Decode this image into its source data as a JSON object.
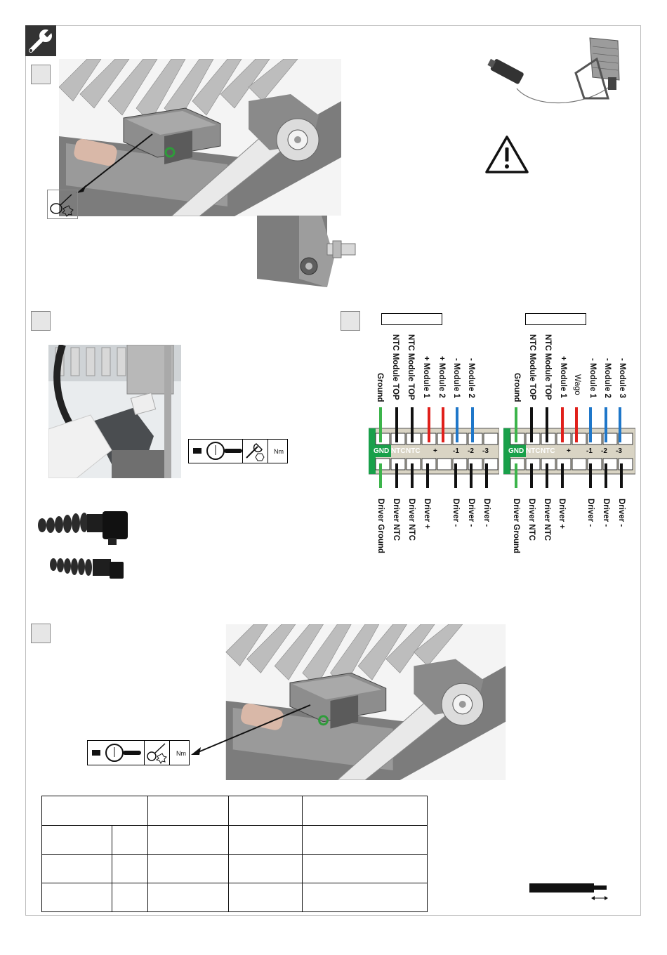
{
  "wiring": {
    "left": {
      "top_wires": [
        "Ground",
        "NTC Module TOP",
        "NTC Module TOP",
        "+ Module 1",
        "+ Module 2",
        "- Module 1",
        "- Module 2"
      ],
      "terminals": [
        "GND",
        "NTC",
        "NTC",
        "+",
        "-1",
        "-2",
        "-3"
      ],
      "bottom_wires": [
        "Driver Ground",
        "Driver NTC",
        "Driver NTC",
        "Driver +",
        "Driver -",
        "Driver -",
        "Driver -"
      ]
    },
    "right": {
      "top_wires": [
        "Ground",
        "NTC Module TOP",
        "NTC Module TOP",
        "+ Module 1",
        "Wago",
        "- Module 1",
        "- Module 2",
        "- Module 3"
      ],
      "terminals": [
        "GND",
        "NTC",
        "NTC",
        "+",
        "-1",
        "-2",
        "-3"
      ],
      "bottom_wires": [
        "Driver Ground",
        "Driver NTC",
        "Driver NTC",
        "Driver +",
        "Driver -",
        "Driver -",
        "Driver -"
      ]
    },
    "colors": {
      "green": "#3cb44b",
      "red": "#e0201b",
      "blue": "#1f77c9",
      "black": "#111111",
      "terminal_bg": "#d9d4c4"
    }
  },
  "torque": {
    "unit": "Nm"
  }
}
